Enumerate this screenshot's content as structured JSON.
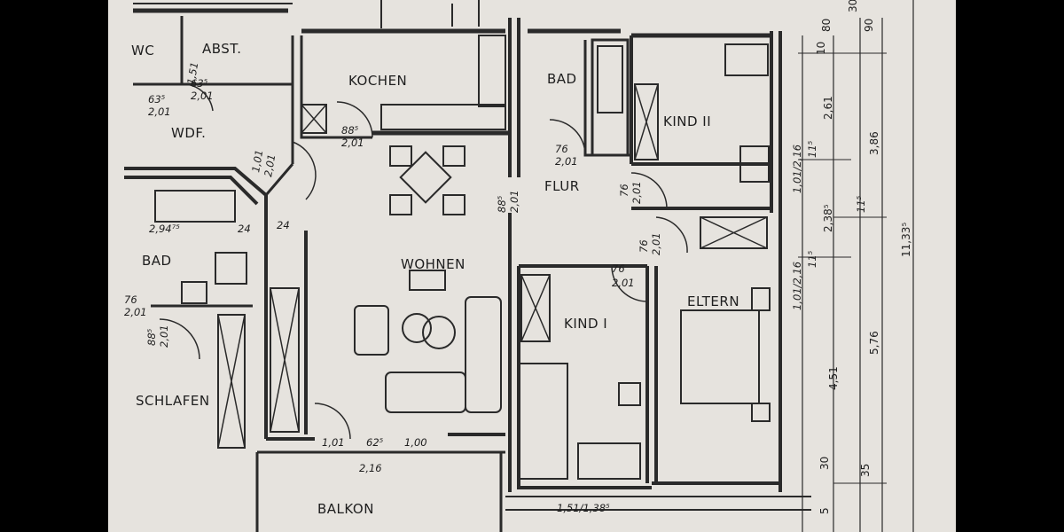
{
  "rooms": {
    "wc": "WC",
    "abst": "ABST.",
    "wdf": "WDF.",
    "kochen": "KOCHEN",
    "bad_top": "BAD",
    "kind2": "KIND II",
    "flur": "FLUR",
    "bad_left": "BAD",
    "wohnen": "WOHNEN",
    "kind1": "KIND I",
    "eltern": "ELTERN",
    "schlafen": "SCHLAFEN",
    "balkon": "BALKON"
  },
  "dims": {
    "abst_door": [
      "63⁵",
      "2,01"
    ],
    "wc_door": [
      "63⁵",
      "2,01"
    ],
    "wc_window": "1,51",
    "kochen_door": [
      "88⁵",
      "2,01"
    ],
    "wdf_door": [
      "1,01",
      "2,01"
    ],
    "bad_top_door": [
      "76",
      "2,01"
    ],
    "kind2_door": [
      "76",
      "2,01"
    ],
    "flur_opening": [
      "88⁵",
      "2,01"
    ],
    "bad_left_wall": "2,94⁷⁵",
    "wall_24a": "24",
    "wall_24b": "24",
    "bad_left_door": [
      "76",
      "2,01"
    ],
    "schlafen_door": [
      "88⁵",
      "2,01"
    ],
    "eltern_door": [
      "76",
      "2,01"
    ],
    "kind1_door": [
      "76",
      "2,01"
    ],
    "window_kind2": "1,01/2,16",
    "window_eltern": "1,01/2,16",
    "balkon_door_a": "1,01",
    "balkon_door_b": "62⁵",
    "balkon_door_c": "1,00",
    "balkon_total": "2,16",
    "kind1_window": "1,51/1,38⁵",
    "wall_115_a": "11⁵",
    "wall_115_b": "11⁵",
    "wall_115_c": "11⁵"
  },
  "right_dims": {
    "col1": [
      "10",
      "2,61",
      "4,51",
      "30",
      "5"
    ],
    "col2": [
      "80",
      "3,86",
      "2,38⁵",
      "5,76",
      "35"
    ],
    "col3": [
      "90"
    ],
    "col4": [
      "30",
      "11,33⁵"
    ]
  }
}
